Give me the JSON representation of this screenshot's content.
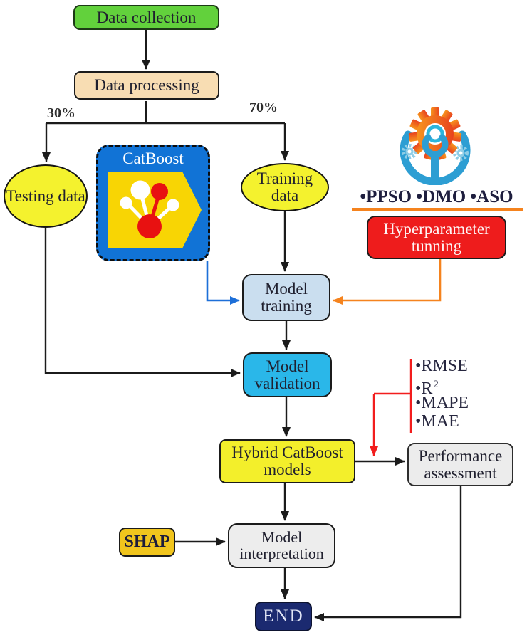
{
  "boxes": {
    "data_collection": {
      "label": "Data collection"
    },
    "data_processing": {
      "label": "Data processing"
    },
    "testing_data": {
      "label": "Testing data"
    },
    "training_data": {
      "label": "Training data"
    },
    "hyperparameter": {
      "label": "Hyperparameter tunning"
    },
    "model_training": {
      "label": "Model training"
    },
    "model_validation": {
      "label": "Model validation"
    },
    "hybrid_models": {
      "label": "Hybrid CatBoost models"
    },
    "performance": {
      "label": "Performance assessment"
    },
    "interpretation": {
      "label": "Model interpretation"
    },
    "shap": {
      "label": "SHAP"
    },
    "end": {
      "label": "END"
    }
  },
  "labels": {
    "split_testing": "30%",
    "split_training": "70%",
    "catboost": "CatBoost",
    "optimizers": "•PPSO •DMO •ASO"
  },
  "metrics": {
    "bullet": "•",
    "items": [
      {
        "label": "RMSE"
      },
      {
        "label": "R",
        "sup": "2"
      },
      {
        "label": "MAPE"
      },
      {
        "label": "MAE"
      }
    ]
  },
  "icons": {
    "gear": "gear-wrench-optimization-icon",
    "catboost_logo": "catboost-logo"
  },
  "colors": {
    "collection_green": "#62d13c",
    "processing_tan": "#f8ddb3",
    "data_yellow": "#f4f22e",
    "catboost_blue": "#1173d6",
    "catboost_yellow": "#f8d504",
    "catboost_red": "#e81111",
    "hyper_red": "#ee1c1c",
    "training_lightblue": "#cadeef",
    "validation_cyan": "#2ab7e9",
    "hybrid_yellow": "#f3ef2b",
    "assessment_gray": "#ececec",
    "shap_gold": "#f1c51d",
    "end_navy": "#1b2a70",
    "arrow_black": "#1b1b1b",
    "arrow_blue": "#1d6fd8",
    "arrow_orange": "#f5831e",
    "arrow_red": "#f21d1d"
  }
}
